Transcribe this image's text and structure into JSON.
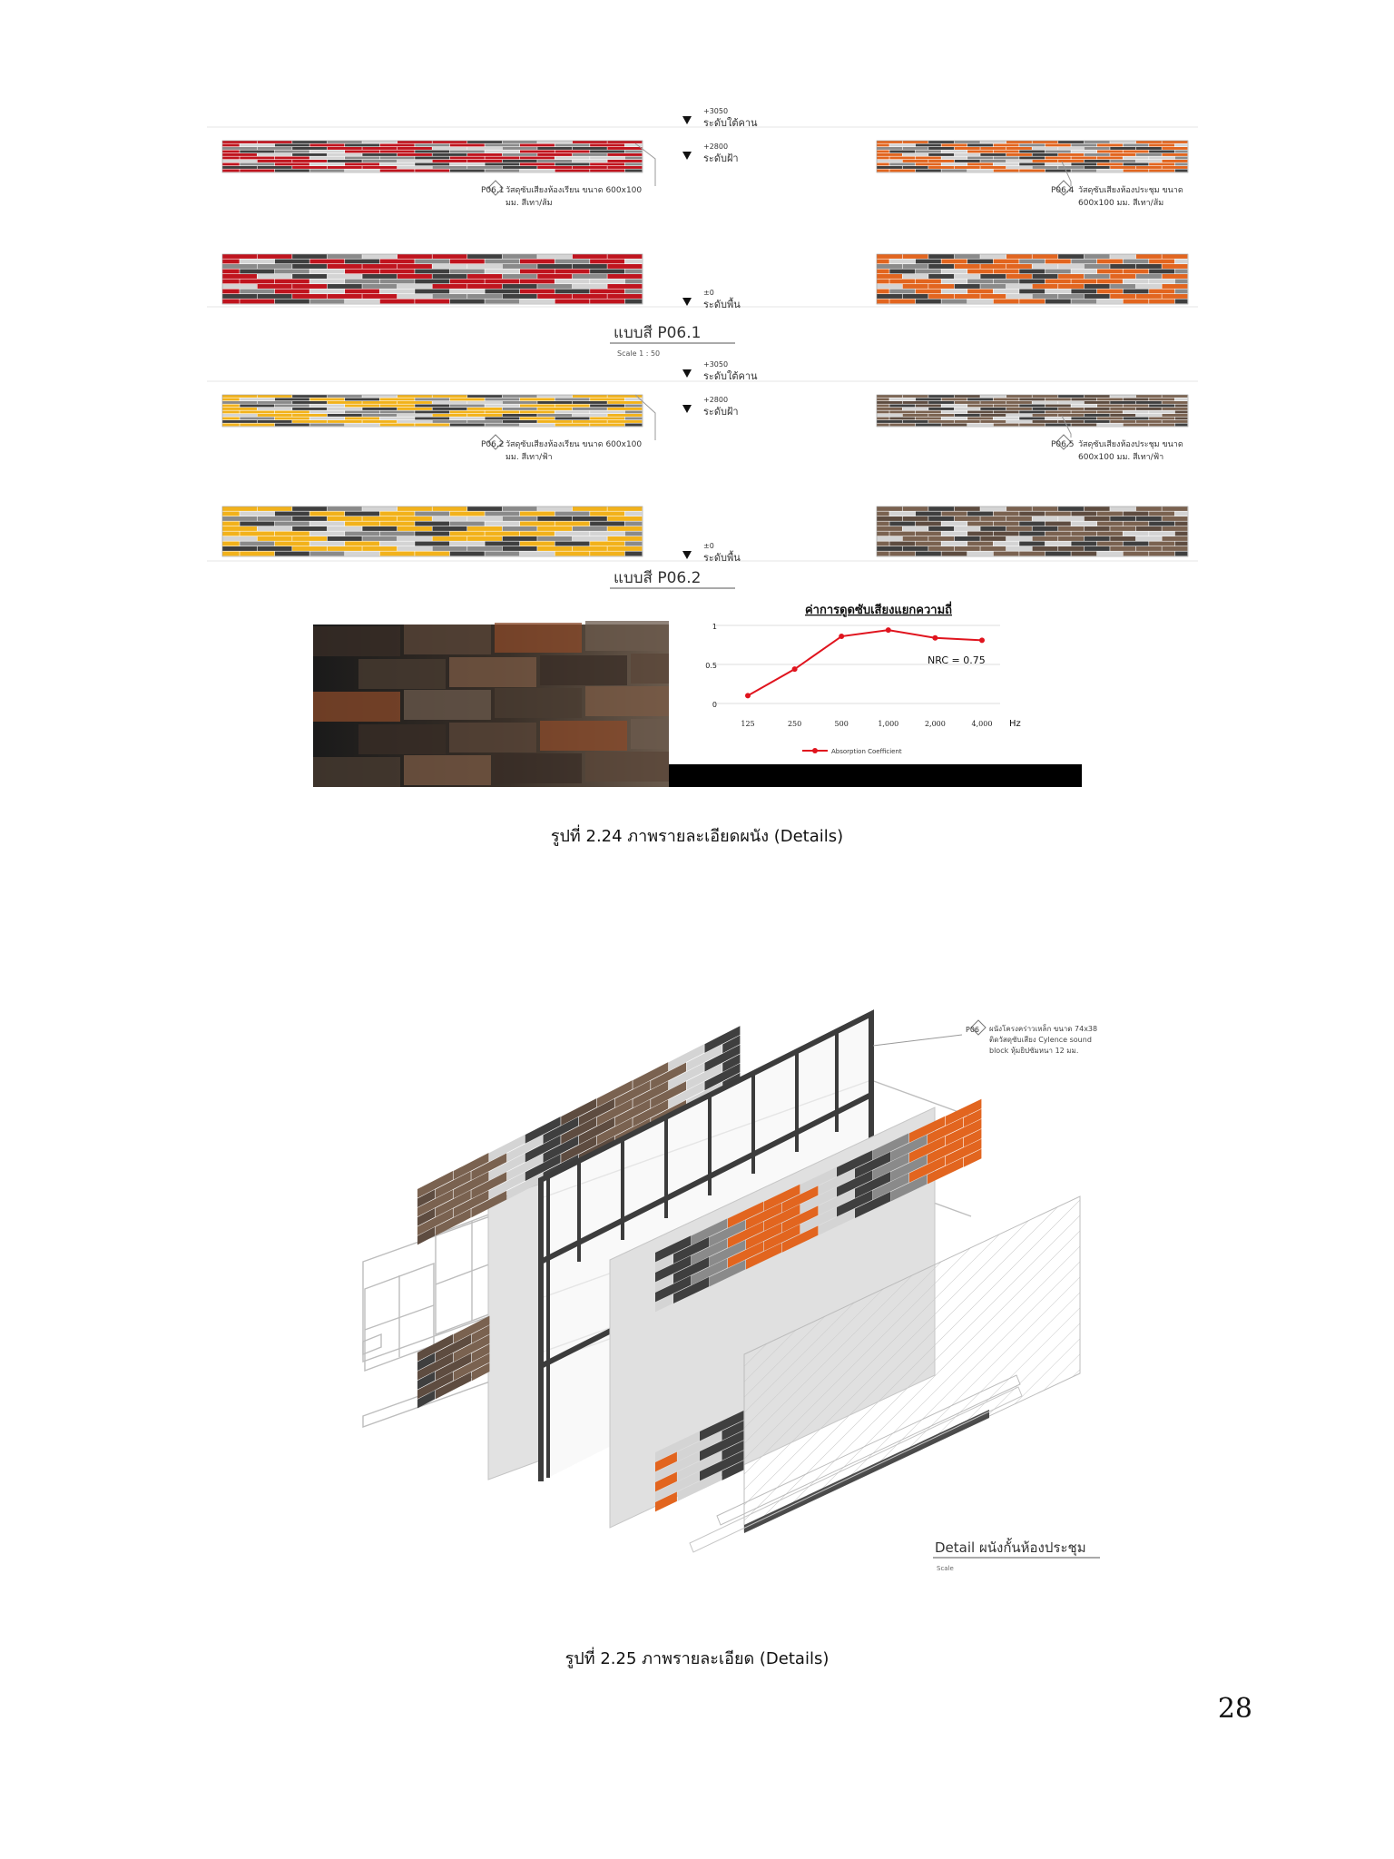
{
  "palettes": {
    "red": [
      "#c0141e",
      "#3f3f3f",
      "#d4d4d4",
      "#8a8a8a"
    ],
    "yellow": [
      "#f2b21b",
      "#3f3f3f",
      "#d4d4d4",
      "#8a8a8a"
    ],
    "orange": [
      "#e2651f",
      "#3f3f3f",
      "#d4d4d4",
      "#8a8a8a"
    ],
    "brown": [
      "#7a6250",
      "#3f3f3f",
      "#d4d4d4",
      "#5e4c40"
    ]
  },
  "figure1": {
    "levels": {
      "beam": "ระดับใต้คาน",
      "ceiling": "ระดับฝ้า",
      "floor": "ระดับพื้น",
      "beam_value": "+3050",
      "ceiling_value": "+2800",
      "floor_value": "±0"
    },
    "notes": {
      "p061_code": "P06.1",
      "p061_text": "วัสดุซับเสียงห้องเรียน ขนาด 600x100",
      "p061_text2": "มม. สีเทา/ส้ม",
      "p064_code": "P06.4",
      "p064_text": "วัสดุซับเสียงห้องประชุม ขนาด",
      "p064_text2": "600x100 มม. สีเทา/ส้ม",
      "p062_code": "P06.2",
      "p062_text": "วัสดุซับเสียงห้องเรียน ขนาด 600x100",
      "p062_text2": "มม. สีเทา/ฟ้า",
      "p065_code": "P06.5",
      "p065_text": "วัสดุซับเสียงห้องประชุม ขนาด",
      "p065_text2": "600x100 มม. สีเทา/ฟ้า"
    },
    "title_1": "แบบสี P06.1",
    "scale_1": "Scale 1 : 50",
    "title_2": "แบบสี P06.2",
    "caption": "รูปที่ 2.24 ภาพรายละเอียดผนัง (Details)"
  },
  "chart_data": {
    "type": "line",
    "title": "ค่าการดูดซับเสียงแยกความถี่",
    "categories": [
      "125",
      "250",
      "500",
      "1,000",
      "2,000",
      "4,000"
    ],
    "xunit": "Hz",
    "yticks": [
      "1",
      "0.5",
      "0"
    ],
    "ylim": [
      0,
      1
    ],
    "series": [
      {
        "name": "Absorption Coefficient",
        "values": [
          0.1,
          0.44,
          0.86,
          0.94,
          0.84,
          0.81
        ],
        "color": "#e0141e"
      }
    ],
    "annotation": "NRC = 0.75",
    "grid": true,
    "legend": "bottom"
  },
  "figure2": {
    "note_code": "P06",
    "note_line1": "ผนังโครงคร่าวเหล็ก ขนาด 74x38",
    "note_line2": "ติดวัสดุซับเสียง Cylence sound",
    "note_line3": "block หุ้มยิปซัมหนา 12 มม.",
    "title": "Detail ผนังกั้นห้องประชุม",
    "scale": "Scale",
    "caption": "รูปที่ 2.25 ภาพรายละเอียด (Details)"
  },
  "page_number": "28"
}
